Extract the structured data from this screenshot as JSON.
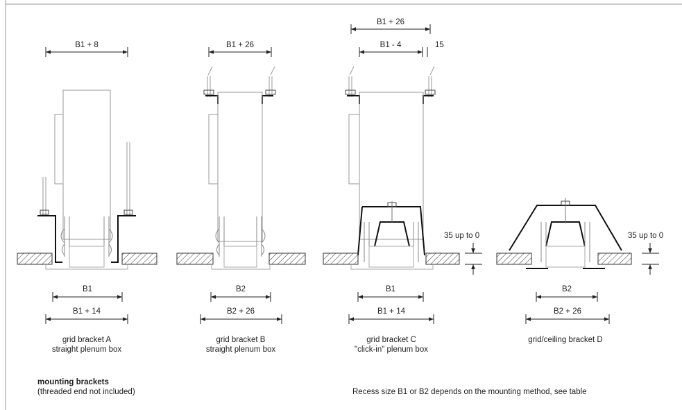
{
  "bracket_a": {
    "top_dim": "B1 + 8",
    "bottom_dim_inner": "B1",
    "bottom_dim_outer": "B1 + 14",
    "caption_line1": "grid bracket A",
    "caption_line2": "straight plenum box"
  },
  "bracket_b": {
    "top_dim": "B1 + 26",
    "bottom_dim_inner": "B2",
    "bottom_dim_outer": "B2 + 26",
    "caption_line1": "grid bracket B",
    "caption_line2": "straight plenum box"
  },
  "bracket_c": {
    "top_dim_outer": "B1 + 26",
    "top_dim_inner": "B1 - 4",
    "top_dim_gap": "15",
    "bottom_dim_inner": "B1",
    "bottom_dim_outer": "B1 + 14",
    "side_dim": "35 up to 0",
    "caption_line1": "grid bracket C",
    "caption_line2": "\"click-in\" plenum box"
  },
  "bracket_d": {
    "bottom_dim_inner": "B2",
    "bottom_dim_outer": "B2 + 26",
    "side_dim": "35 up to 0",
    "caption_line1": "grid/ceiling bracket D"
  },
  "footer": {
    "title": "mounting brackets",
    "subtitle": "(threaded end not included)",
    "note": "Recess size B1 or B2 depends on the mounting method, see table"
  }
}
